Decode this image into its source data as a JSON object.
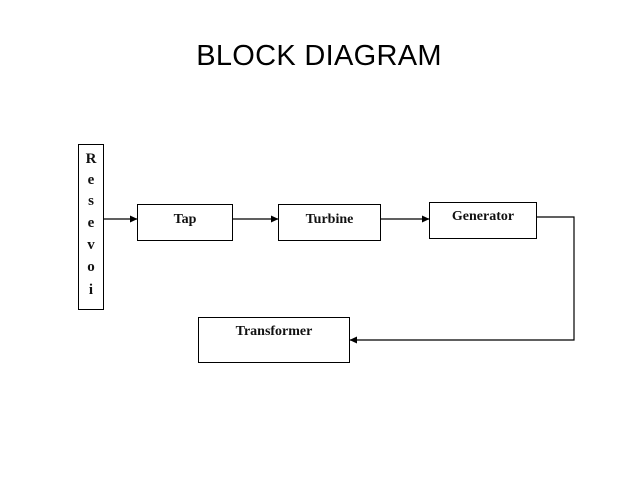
{
  "title": "BLOCK DIAGRAM",
  "reservoir": {
    "letters": [
      "R",
      "e",
      "s",
      "e",
      "v",
      "o",
      "i"
    ]
  },
  "blocks": {
    "tap": "Tap",
    "turbine": "Turbine",
    "generator": "Generator",
    "transformer": "Transformer"
  }
}
